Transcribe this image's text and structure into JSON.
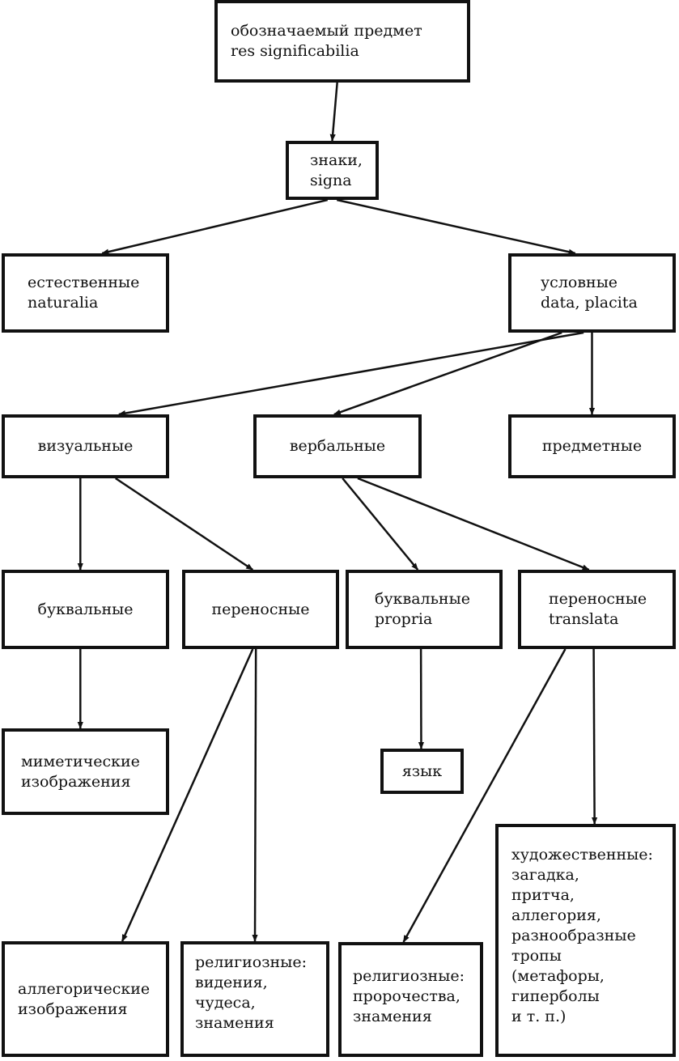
{
  "diagram": {
    "title": "Классификация знаков",
    "nodes": {
      "root": {
        "lines": [
          "обозначаемый предмет",
          "res significabilia"
        ]
      },
      "signa": {
        "lines": [
          "знаки,",
          "signa"
        ]
      },
      "naturalia": {
        "lines": [
          "естественные",
          "naturalia"
        ]
      },
      "data": {
        "lines": [
          "условные",
          "data, placita"
        ]
      },
      "visual": {
        "lines": [
          "визуальные"
        ]
      },
      "verbal": {
        "lines": [
          "вербальные"
        ]
      },
      "objects": {
        "lines": [
          "предметные"
        ]
      },
      "vis_literal": {
        "lines": [
          "буквальные"
        ]
      },
      "vis_figur": {
        "lines": [
          "переносные"
        ]
      },
      "propria": {
        "lines": [
          "буквальные",
          "propria"
        ]
      },
      "translata": {
        "lines": [
          "переносные",
          "translata"
        ]
      },
      "mimetic": {
        "lines": [
          "миметические",
          "изображения"
        ]
      },
      "language": {
        "lines": [
          "язык"
        ]
      },
      "allegoric": {
        "lines": [
          "аллегорические",
          "изображения"
        ]
      },
      "relig_vis": {
        "lines": [
          "религиозные:",
          "видения,",
          "чудеса,",
          "знамения"
        ]
      },
      "relig_verb": {
        "lines": [
          "религиозные:",
          "пророчества,",
          "знамения"
        ]
      },
      "artistic": {
        "lines": [
          "художественные:",
          "загадка,",
          "притча,",
          "аллегория,",
          "разнообразные",
          "тропы",
          "(метафоры,",
          "гиперболы",
          "и т. п.)"
        ]
      }
    },
    "edges": [
      [
        "root",
        "signa"
      ],
      [
        "signa",
        "naturalia"
      ],
      [
        "signa",
        "data"
      ],
      [
        "data",
        "visual"
      ],
      [
        "data",
        "verbal"
      ],
      [
        "data",
        "objects"
      ],
      [
        "visual",
        "vis_literal"
      ],
      [
        "visual",
        "vis_figur"
      ],
      [
        "verbal",
        "propria"
      ],
      [
        "verbal",
        "translata"
      ],
      [
        "vis_literal",
        "mimetic"
      ],
      [
        "vis_figur",
        "allegoric"
      ],
      [
        "vis_figur",
        "relig_vis"
      ],
      [
        "propria",
        "language"
      ],
      [
        "translata",
        "relig_verb"
      ],
      [
        "translata",
        "artistic"
      ]
    ],
    "colors": {
      "stroke": "#111111",
      "background": "#ffffff"
    }
  }
}
